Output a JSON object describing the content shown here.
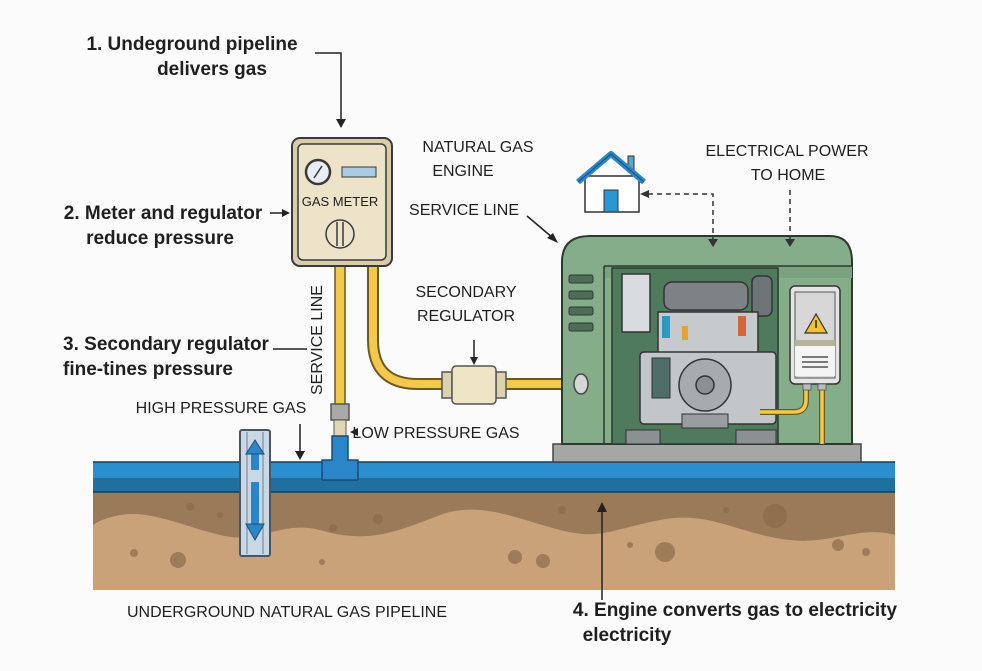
{
  "steps": {
    "step1": [
      "1. Undeground pipeline",
      "delivers gas"
    ],
    "step2": [
      "2. Meter and regulator",
      "reduce pressure"
    ],
    "step3": [
      "3. Secondary regulator",
      "fine-tines pressure"
    ],
    "step4": [
      "4. Engine converts gas to electricity",
      "electricity"
    ]
  },
  "labels": {
    "natural_gas_engine": [
      "NATURAL GAS",
      "ENGINE"
    ],
    "service_line_top": "SERVICE LINE",
    "service_line_vertical": "SERVICE LINE",
    "electrical_power": [
      "ELECTRICAL POWER",
      "TO HOME"
    ],
    "secondary_regulator": [
      "SECONDARY",
      "REGULATOR"
    ],
    "high_pressure_gas": "HIGH PRESSURE GAS",
    "low_pressure_gas": "LOW PRESSURE GAS",
    "underground_pipeline": "UNDERGROUND NATURAL GAS PIPELINE",
    "gas_meter": "GAS METER"
  },
  "icons": {
    "house": "house-icon",
    "warning": "warning-icon"
  },
  "colors": {
    "pipe_yellow": "#f2c94c",
    "ground_blue": "#2a8fcc",
    "enclosure_green": "#86ad8a",
    "soil_dark": "#9b7a59",
    "soil_light": "#c9a27a",
    "meter_beige": "#ece3c8"
  }
}
